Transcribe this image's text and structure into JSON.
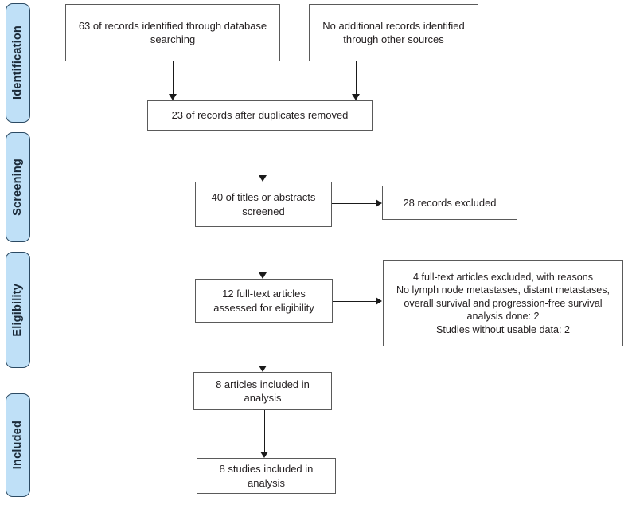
{
  "diagram": {
    "title": "PRISMA study selection flow diagram",
    "type": "flowchart",
    "background_color": "#ffffff",
    "box_border_color": "#5a5a5a",
    "connector_color": "#1a1a1a",
    "stage_tab_fill": "#bfe0f7",
    "stage_tab_border": "#2b4a63"
  },
  "stages": [
    {
      "id": "identification",
      "label": "Identification"
    },
    {
      "id": "screening",
      "label": "Screening"
    },
    {
      "id": "eligibility",
      "label": "Eligibility"
    },
    {
      "id": "included",
      "label": "Included"
    }
  ],
  "boxes": {
    "database_search": {
      "text": "63 of records identified through database searching",
      "count": 63,
      "stage": "identification"
    },
    "other_sources": {
      "text": "No additional records identified through other sources",
      "count": 0,
      "stage": "identification"
    },
    "duplicates_removed": {
      "text": "23 of records after duplicates removed",
      "count": 23,
      "stage": "identification"
    },
    "screened": {
      "text": "40 of titles or abstracts screened",
      "count": 40,
      "stage": "screening"
    },
    "records_excluded": {
      "text": "28 records excluded",
      "count": 28,
      "stage": "screening"
    },
    "full_text_assessed": {
      "text": "12 full-text articles assessed for eligibility",
      "count": 12,
      "stage": "eligibility"
    },
    "full_text_excluded": {
      "text": "4 full-text articles excluded, with reasons\nNo lymph node metastases, distant metastases, overall survival and progression-free survival analysis done: 2\nStudies without usable data: 2",
      "count": 4,
      "reasons": [
        {
          "reason": "No lymph node metastases, distant metastases, overall survival and progression-free survival analysis done",
          "count": 2
        },
        {
          "reason": "Studies without usable data",
          "count": 2
        }
      ],
      "stage": "eligibility"
    },
    "articles_included": {
      "text": "8 articles included in analysis",
      "count": 8,
      "stage": "included"
    },
    "studies_included": {
      "text": "8 studies included in analysis",
      "count": 8,
      "stage": "included"
    }
  }
}
